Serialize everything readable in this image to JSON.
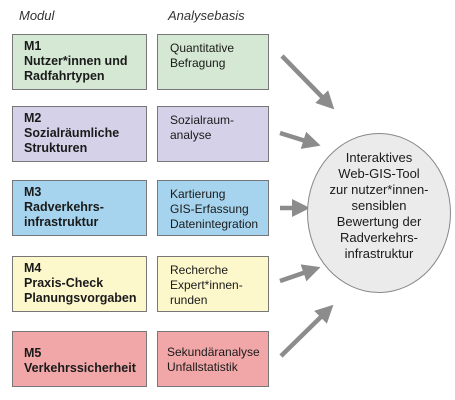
{
  "headers": {
    "modul": "Modul",
    "analysebasis": "Analysebasis"
  },
  "modules": [
    {
      "num": "M1",
      "title": "Nutzer*innen und\nRadfahrtypen",
      "basis": "Quantitative\nBefragung",
      "color": "#d4e8d3"
    },
    {
      "num": "M2",
      "title": "Sozialräumliche\nStrukturen",
      "basis": "Sozialraum-\nanalyse",
      "color": "#d5d1e8"
    },
    {
      "num": "M3",
      "title": "Radverkehrs-\ninfrastruktur",
      "basis": "Kartierung\nGIS-Erfassung\nDatenintegration",
      "color": "#a6d4ee"
    },
    {
      "num": "M4",
      "title": "Praxis-Check\nPlanungsvorgaben",
      "basis": "Recherche\nExpert*innen-\nrunden",
      "color": "#fdf7cc"
    },
    {
      "num": "M5",
      "title": "Verkehrssicherheit",
      "basis": "Sekundäranalyse\nUnfallstatistik",
      "color": "#f1a7a8"
    }
  ],
  "target": {
    "text": "Interaktives\nWeb-GIS-Tool\nzur nutzer*innen-\nsensiblen\nBewertung der\nRadverkehrs-\ninfrastruktur",
    "fill": "#ebebeb"
  },
  "arrow_color": "#8c8c8c"
}
